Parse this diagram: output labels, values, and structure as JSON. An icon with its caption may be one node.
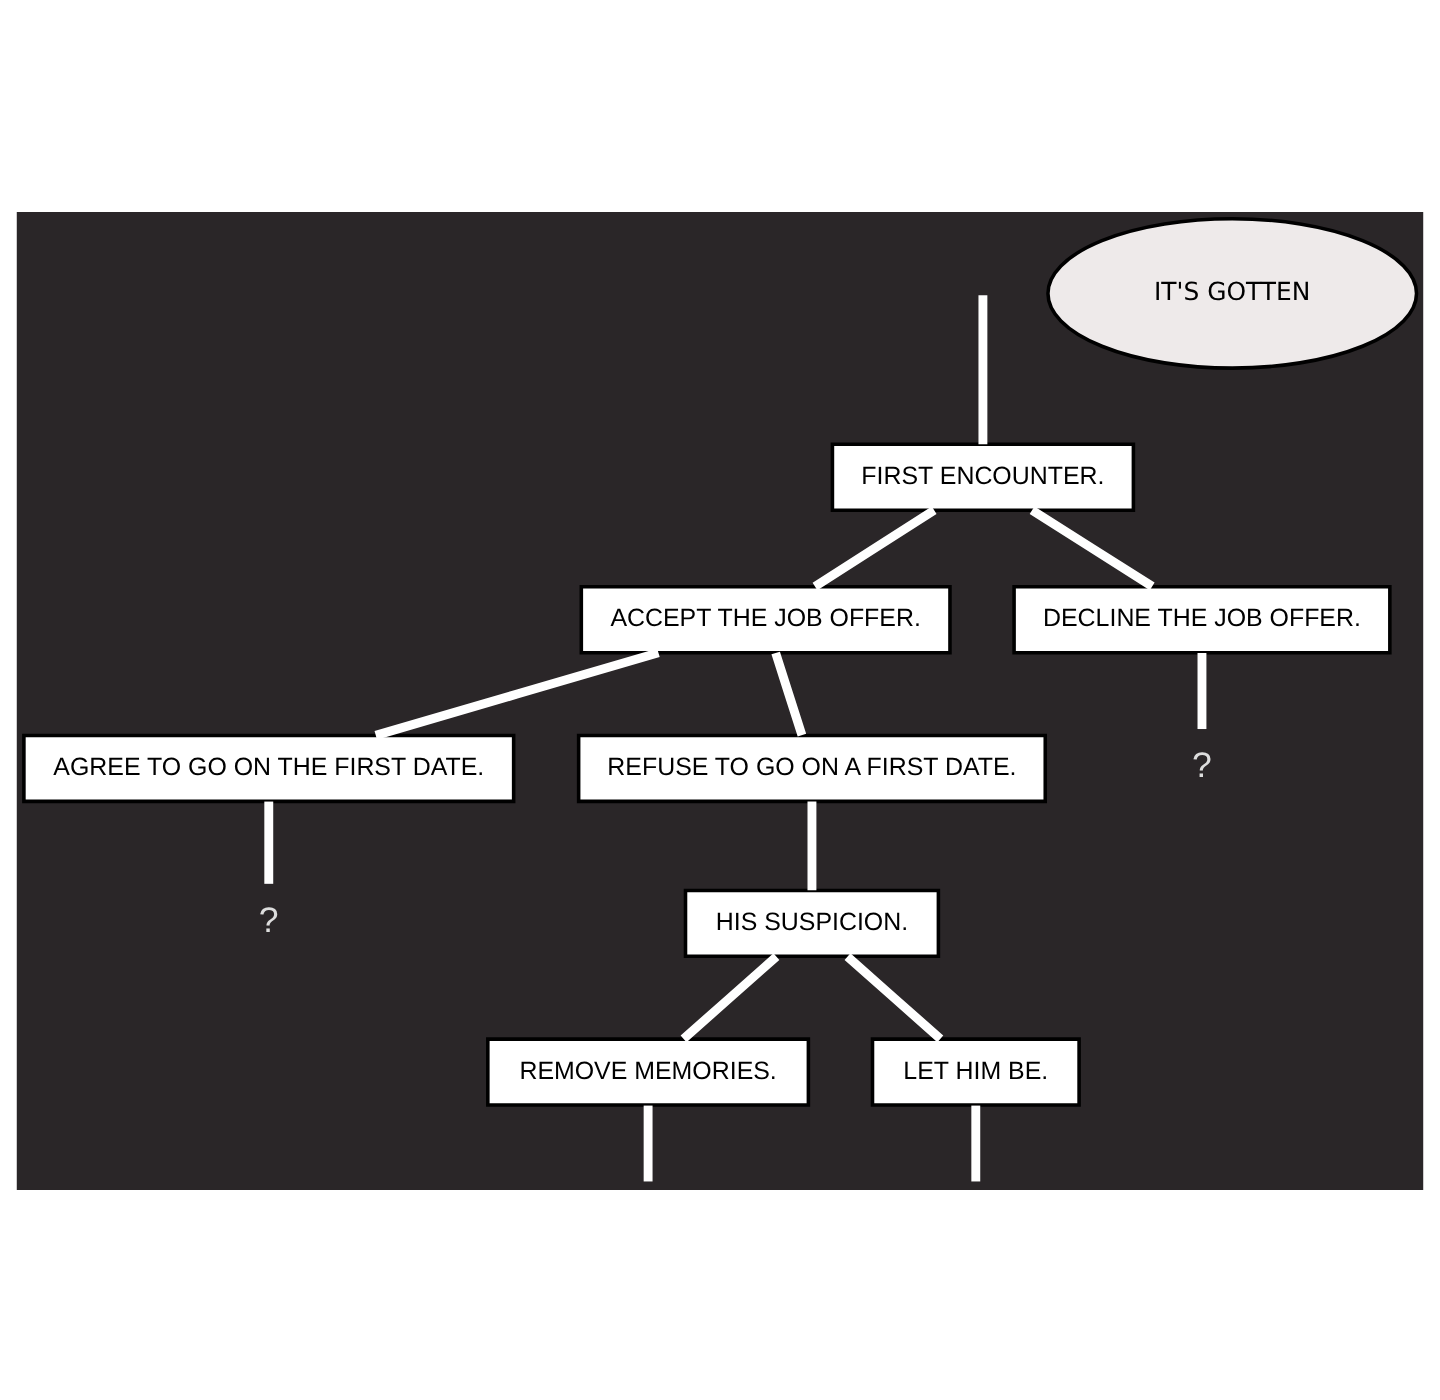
{
  "diagram": {
    "nodes": [
      {
        "text": [
          "FIRST ENCOUNTER."
        ]
      },
      {
        "text": [
          "ACCEPT THE JOB OFFER."
        ]
      },
      {
        "text": [
          "DECLINE THE JOB OFFER."
        ]
      },
      {
        "text": [
          "?"
        ]
      },
      {
        "text": [
          "AGREE TO GO ON THE FIRST DATE."
        ]
      },
      {
        "text": [
          "REFUSE TO GO ON A FIRST DATE."
        ]
      },
      {
        "text": [
          "?"
        ]
      },
      {
        "text": [
          "HIS SUSPICION."
        ]
      },
      {
        "text": [
          "REMOVE MEMORIES."
        ]
      },
      {
        "text": [
          "LET HIM BE."
        ]
      },
      {
        "text": [
          "IT'S GOTTEN"
        ]
      }
    ],
    "edges": [
      {
        "from": null,
        "to": 0,
        "arrow": "none"
      },
      {
        "from": 0,
        "to": 1,
        "arrow": "none"
      },
      {
        "from": 0,
        "to": 2,
        "arrow": "none"
      },
      {
        "from": 2,
        "to": 3,
        "arrow": "none"
      },
      {
        "from": 1,
        "to": 4,
        "arrow": "none"
      },
      {
        "from": 1,
        "to": 5,
        "arrow": "none"
      },
      {
        "from": 4,
        "to": 6,
        "arrow": "none"
      },
      {
        "from": 5,
        "to": 7,
        "arrow": "none"
      },
      {
        "from": 7,
        "to": 8,
        "arrow": "none"
      },
      {
        "from": 7,
        "to": 9,
        "arrow": "none"
      },
      {
        "from": 8,
        "to": null,
        "arrow": "none"
      },
      {
        "from": 9,
        "to": null,
        "arrow": "none"
      }
    ]
  }
}
